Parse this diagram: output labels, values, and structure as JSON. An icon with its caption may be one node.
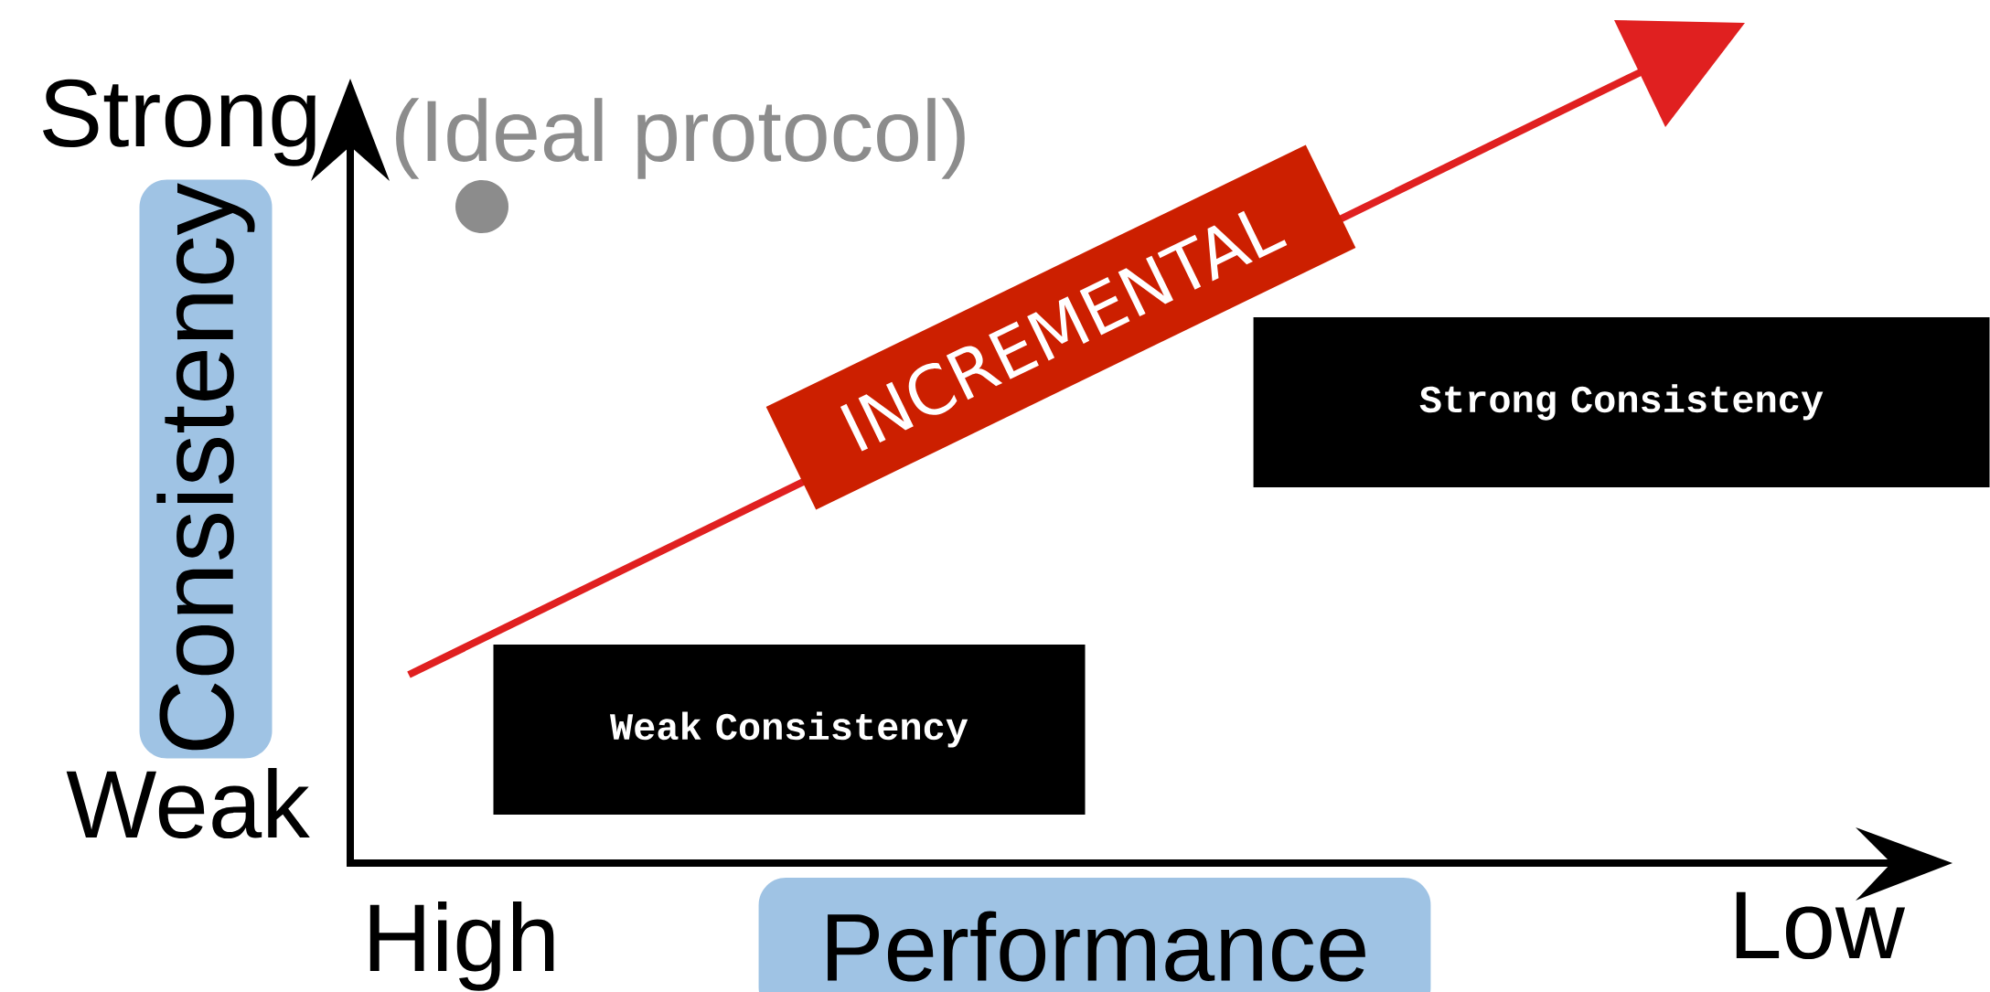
{
  "diagram": {
    "nodes": [
      {
        "text": [
          "Consistency"
        ]
      },
      {
        "text": [
          "Performance"
        ]
      },
      {
        "text": [
          "Weak Consistency"
        ]
      },
      {
        "text": [
          "Strong Consistency"
        ]
      },
      {
        "text": [
          "INCREMENTAL"
        ]
      }
    ],
    "labels": [
      "Strong",
      "(Ideal protocol)",
      "Weak",
      "High",
      "Low"
    ]
  }
}
